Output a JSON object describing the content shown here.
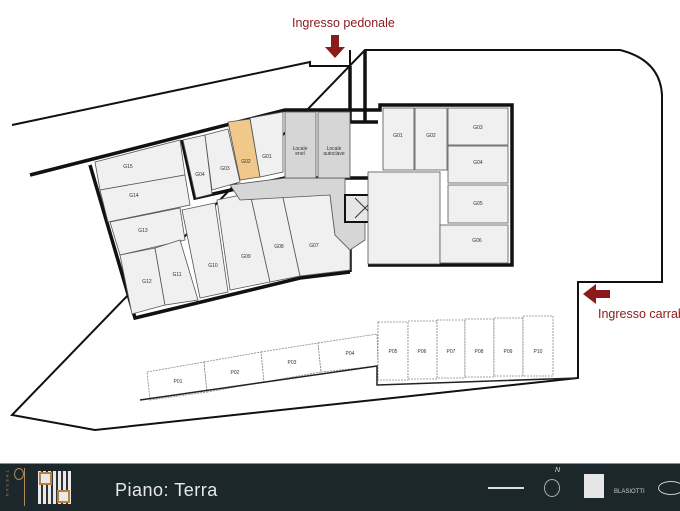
{
  "entrances": {
    "pedestrian": "Ingresso pedonale",
    "vehicle": "Ingresso carrabile"
  },
  "units_left": [
    "G15",
    "G14",
    "G13",
    "G12",
    "G11",
    "G10",
    "G09",
    "G08",
    "G07",
    "G04",
    "G03",
    "G02",
    "G01"
  ],
  "services": {
    "enel": [
      "Locale",
      "enel"
    ],
    "autoclave": [
      "Locale",
      "autoclave"
    ]
  },
  "units_right": [
    "G01",
    "G02",
    "G03",
    "G04",
    "G05",
    "G06"
  ],
  "parking": [
    "P01",
    "P02",
    "P03",
    "P04",
    "P05",
    "P06",
    "P07",
    "P08",
    "P09",
    "P10"
  ],
  "selected_unit": "G02",
  "footer": {
    "floor_title": "Piano: Terra",
    "brand_vertical": "THESAN",
    "north": "N",
    "partner": "BLASIOTTI"
  },
  "colors": {
    "accent": "#8b1a1a",
    "selected": "#f0c88a",
    "footer_bg": "#1b272b"
  }
}
